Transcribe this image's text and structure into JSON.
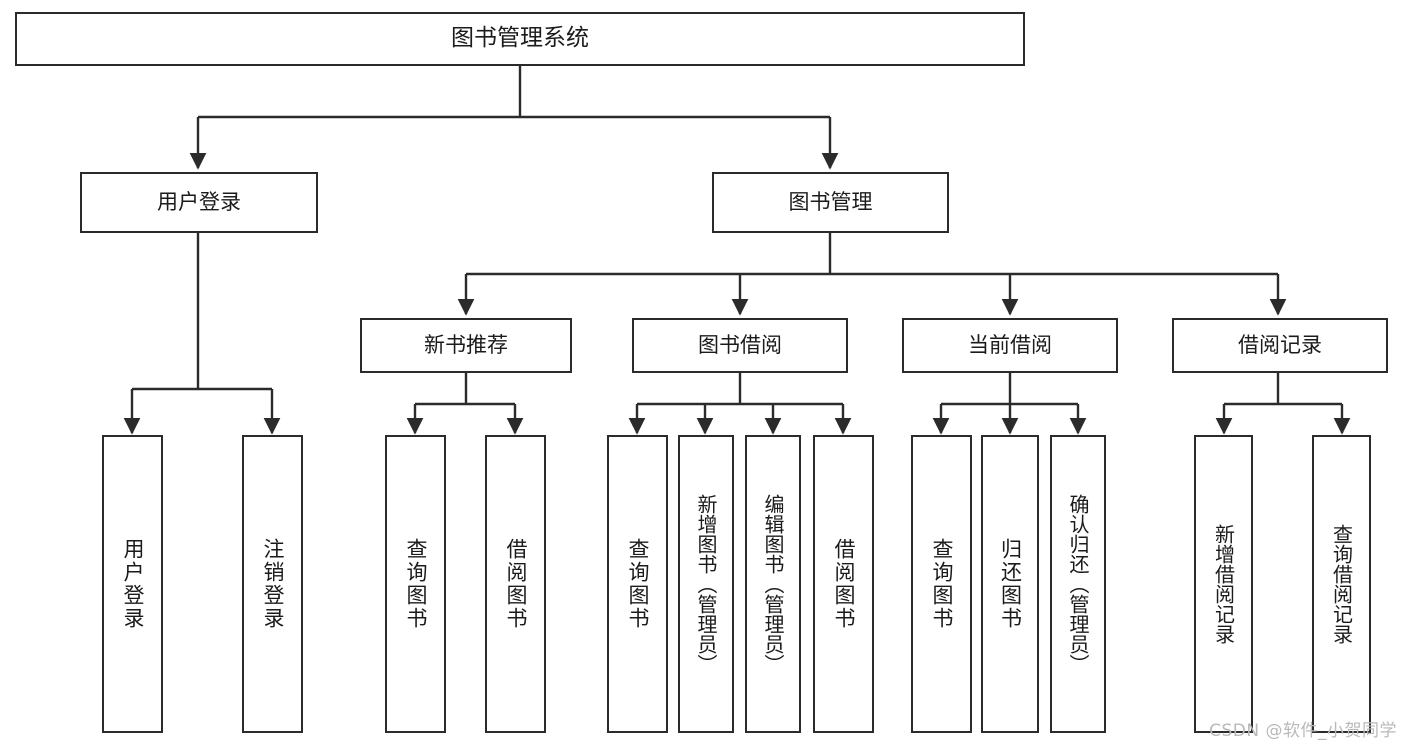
{
  "diagram": {
    "title": "图书管理系统",
    "type": "tree-hierarchy-diagram",
    "root": {
      "label": "图书管理系统"
    },
    "level1": [
      {
        "label": "用户登录"
      },
      {
        "label": "图书管理"
      }
    ],
    "level2": [
      {
        "label": "新书推荐"
      },
      {
        "label": "图书借阅"
      },
      {
        "label": "当前借阅"
      },
      {
        "label": "借阅记录"
      }
    ],
    "leaves": {
      "user_login": [
        {
          "label": "用户登录"
        },
        {
          "label": "注销登录"
        }
      ],
      "new_book_recommend": [
        {
          "label": "查询图书"
        },
        {
          "label": "借阅图书"
        }
      ],
      "book_borrow": [
        {
          "label": "查询图书"
        },
        {
          "label": "新增图书（管理员）"
        },
        {
          "label": "编辑图书（管理员）"
        },
        {
          "label": "借阅图书"
        }
      ],
      "current_borrow": [
        {
          "label": "查询图书"
        },
        {
          "label": "归还图书"
        },
        {
          "label": "确认归还（管理员）"
        }
      ],
      "borrow_record": [
        {
          "label": "新增借阅记录"
        },
        {
          "label": "查询借阅记录"
        }
      ]
    },
    "watermark": "CSDN @软件_小贺同学",
    "colors": {
      "border": "#2b2b2b",
      "background": "#ffffff",
      "text": "#1b1b1b",
      "watermark": "#b9b9b9"
    }
  }
}
